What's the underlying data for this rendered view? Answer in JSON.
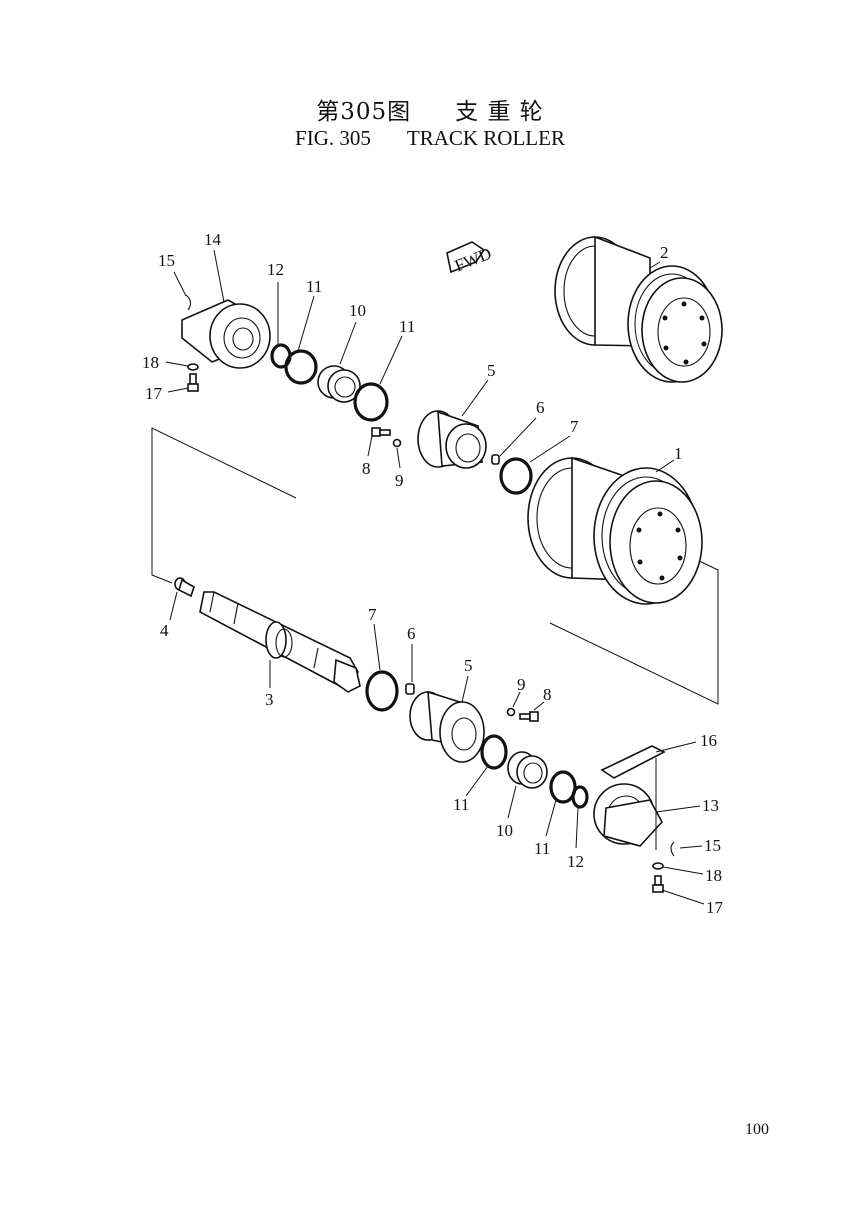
{
  "header": {
    "cn_fig": "第305图",
    "cn_title": "支 重 轮",
    "en_fig": "FIG. 305",
    "en_title": "TRACK ROLLER"
  },
  "fwd_label": "FWD",
  "callouts": {
    "n1": "1",
    "n2": "2",
    "n3": "3",
    "n4": "4",
    "n5a": "5",
    "n5b": "5",
    "n6a": "6",
    "n6b": "6",
    "n7a": "7",
    "n7b": "7",
    "n8a": "8",
    "n8b": "8",
    "n9a": "9",
    "n9b": "9",
    "n10a": "10",
    "n10b": "10",
    "n11a": "11",
    "n11b": "11",
    "n11c": "11",
    "n11d": "11",
    "n12a": "12",
    "n12b": "12",
    "n13": "13",
    "n14": "14",
    "n15a": "15",
    "n15b": "15",
    "n16": "16",
    "n17a": "17",
    "n17b": "17",
    "n18a": "18",
    "n18b": "18"
  },
  "page_number": "100"
}
